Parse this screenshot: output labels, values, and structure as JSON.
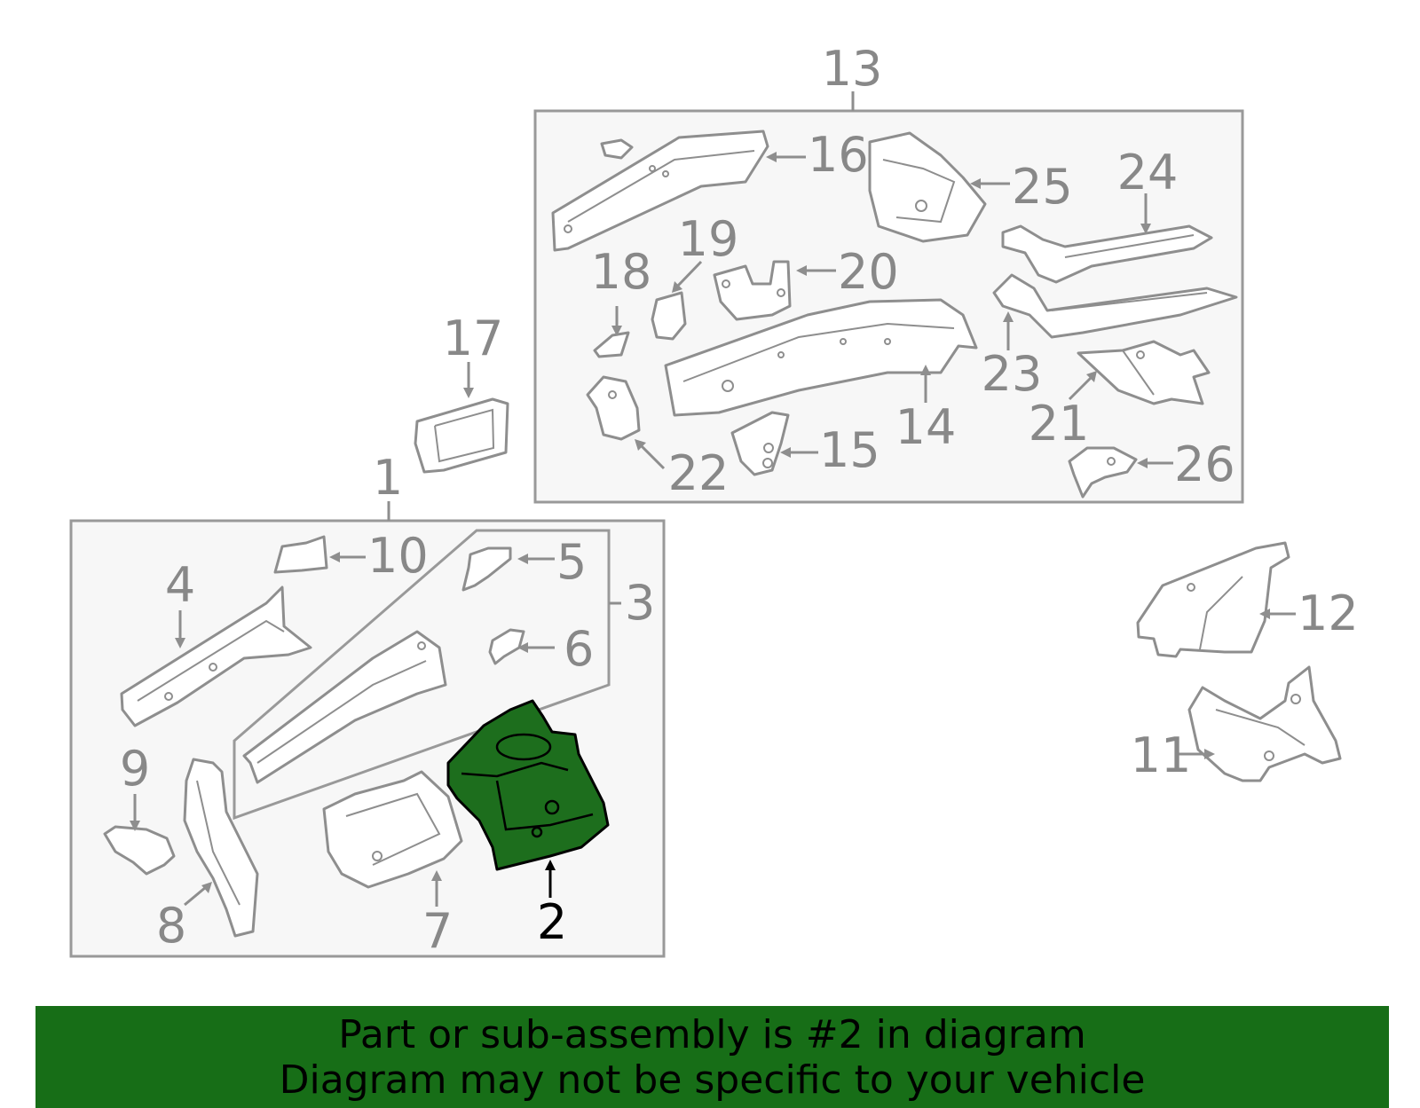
{
  "diagram": {
    "highlighted_part": "2",
    "highlight_color": "#1d6e1d",
    "labels": {
      "p1": "1",
      "p2": "2",
      "p3": "3",
      "p4": "4",
      "p5": "5",
      "p6": "6",
      "p7": "7",
      "p8": "8",
      "p9": "9",
      "p10": "10",
      "p11": "11",
      "p12": "12",
      "p13": "13",
      "p14": "14",
      "p15": "15",
      "p16": "16",
      "p17": "17",
      "p18": "18",
      "p19": "19",
      "p20": "20",
      "p21": "21",
      "p22": "22",
      "p23": "23",
      "p24": "24",
      "p25": "25",
      "p26": "26"
    }
  },
  "banner": {
    "line1": "Part or sub-assembly is #2 in diagram",
    "line2": "Diagram may not be specific to your vehicle",
    "background": "#176e17"
  }
}
